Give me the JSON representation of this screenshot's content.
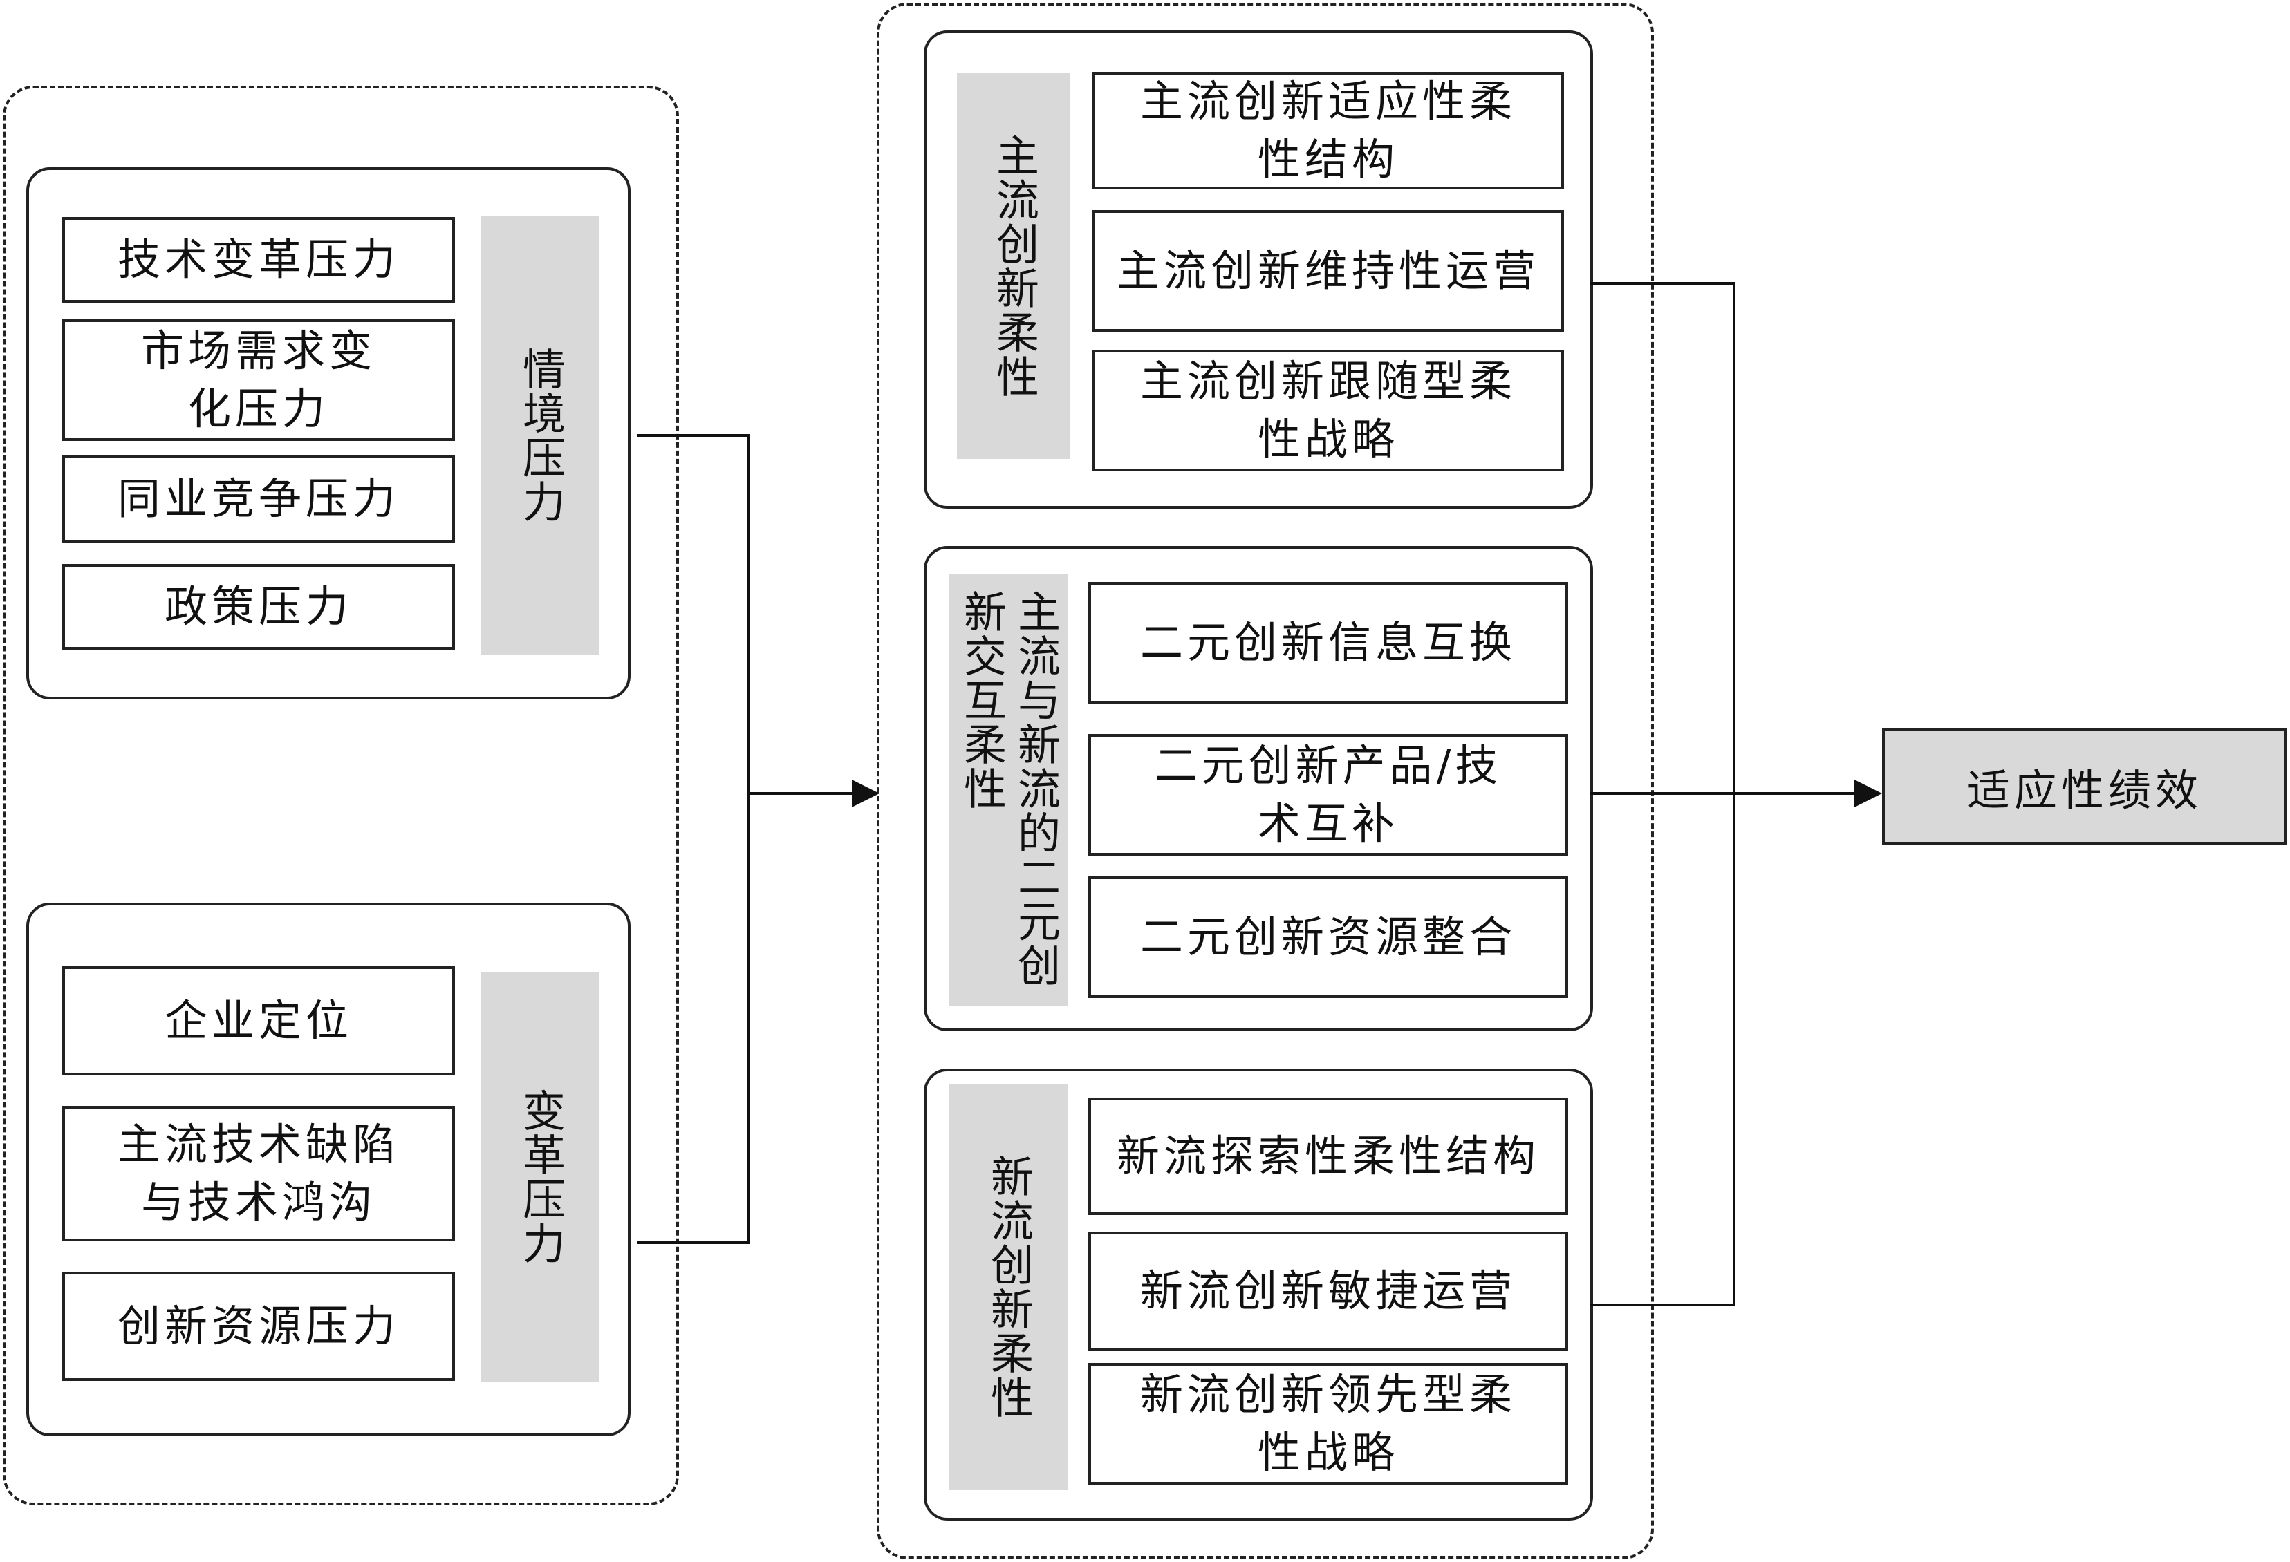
{
  "left_group": {
    "situational": {
      "label": "情境压力",
      "items": [
        "技术变革压力",
        "市场需求变化压力",
        "同业竞争压力",
        "政策压力"
      ]
    },
    "reform": {
      "label": "变革压力",
      "items": [
        "企业定位",
        "主流技术缺陷与技术鸿沟",
        "创新资源压力"
      ]
    }
  },
  "middle_group": {
    "mainstream": {
      "label": "主流创新柔性",
      "items": [
        "主流创新适应性柔性结构",
        "主流创新维持性运营",
        "主流创新跟随型柔性战略"
      ]
    },
    "binary": {
      "label": "主流与新流的二元创新交互柔性",
      "items": [
        "二元创新信息互换",
        "二元创新产品/技术互补",
        "二元创新资源整合"
      ]
    },
    "newstream": {
      "label": "新流创新柔性",
      "items": [
        "新流探索性柔性结构",
        "新流创新敏捷运营",
        "新流创新领先型柔性战略"
      ]
    }
  },
  "result": {
    "label": "适应性绩效"
  }
}
